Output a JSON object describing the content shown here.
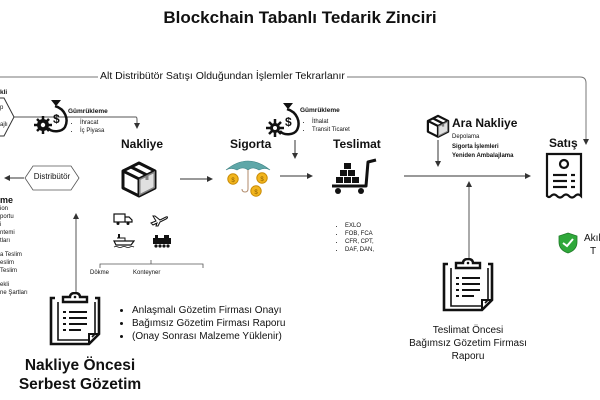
{
  "title": "Blockchain Tabanlı Tedarik Zinciri",
  "loop_label": "Alt Distribütör Satışı Olduğundan İşlemler Tekrarlanır",
  "left_partial": {
    "top_label": "kli",
    "hex_lines": [
      "p",
      "ajlı"
    ],
    "section_title": "me",
    "lines": [
      "ion",
      "portu",
      "i",
      "ntemi",
      "tları",
      "",
      "a Teslim",
      "eslim",
      "Teslim",
      "",
      "ekli",
      "ne Şartları"
    ]
  },
  "distributor": {
    "label": "Distribütör"
  },
  "customs1": {
    "title": "Gümrükleme",
    "items": [
      "İhracat",
      "İç Piyasa"
    ]
  },
  "customs2": {
    "title": "Gümrükleme",
    "items": [
      "İthalat",
      "Transit Ticaret"
    ]
  },
  "steps": {
    "shipping": "Nakliye",
    "insurance": "Sigorta",
    "delivery": "Teslimat",
    "sale": "Satış"
  },
  "transport": {
    "labels": [
      "Dökme",
      "Konteyner"
    ]
  },
  "incoterms": [
    "EXLO",
    "FOB, FCA",
    "CFR, CPT,",
    "DAF, DAN,"
  ],
  "intermediate": {
    "title": "Ara Nakliye",
    "items": [
      "Depolama",
      "Sigorta İşlemleri",
      "Yeniden Ambalajlama"
    ]
  },
  "smart_contract": {
    "line1": "Akıl",
    "line2": "T"
  },
  "pre_shipment": {
    "title_line1": "Nakliye Öncesi",
    "title_line2": "Serbest Gözetim",
    "items": [
      "Anlaşmalı Gözetim Firması Onayı",
      "Bağımsız Gözetim Firması Raporu",
      "(Onay Sonrası Malzeme Yüklenir)"
    ]
  },
  "pre_delivery": {
    "line1": "Teslimat Öncesi",
    "line2": "Bağımsız Gözetim Firması",
    "line3": "Raporu"
  },
  "colors": {
    "umbrella": "#5fa7a8",
    "coin": "#f2b51d",
    "shield": "#2fa83a",
    "line": "#555555"
  }
}
